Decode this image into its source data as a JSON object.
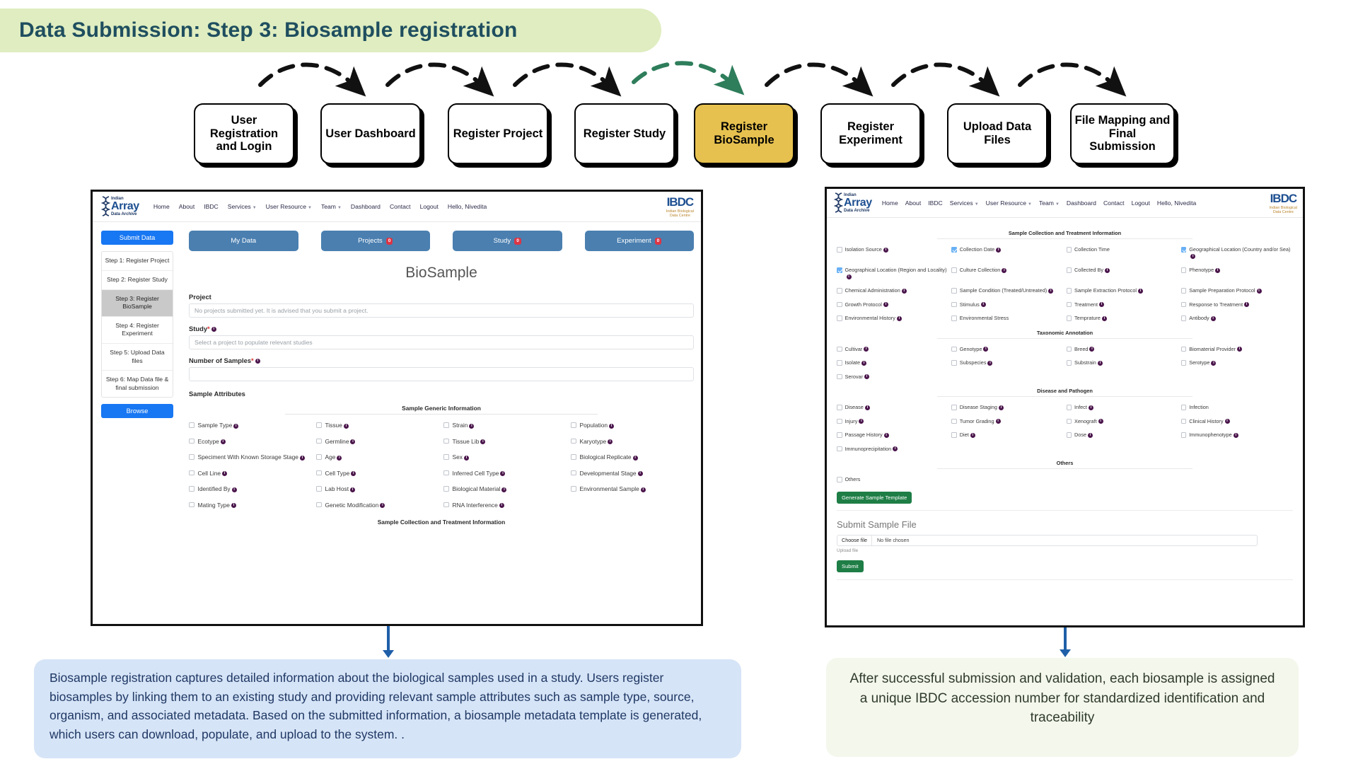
{
  "title": "Data Submission: Step 3: Biosample registration",
  "colors": {
    "banner_bg": "#dfedc0",
    "title_text": "#1f4e5f",
    "active_step": "#e6c14f",
    "arrow_black": "#111111",
    "arrow_green": "#2e7d5b",
    "callout_left_bg": "#d6e4f7",
    "callout_right_bg": "#f4f7ec",
    "connector": "#1f5fa8"
  },
  "flow": {
    "steps": [
      {
        "label": "User Registration and Login",
        "active": false
      },
      {
        "label": "User Dashboard",
        "active": false
      },
      {
        "label": "Register Project",
        "active": false
      },
      {
        "label": "Register Study",
        "active": false
      },
      {
        "label": "Register BioSample",
        "active": true
      },
      {
        "label": "Register Experiment",
        "active": false
      },
      {
        "label": "Upload Data Files",
        "active": false
      },
      {
        "label": "File Mapping and Final Submission",
        "active": false
      }
    ]
  },
  "site": {
    "brand": {
      "top": "Indian",
      "mid": "Array",
      "bottom": "Data Archive"
    },
    "nav": [
      {
        "label": "Home",
        "caret": false
      },
      {
        "label": "About",
        "caret": false
      },
      {
        "label": "IBDC",
        "caret": false
      },
      {
        "label": "Services",
        "caret": true
      },
      {
        "label": "User Resource",
        "caret": true
      },
      {
        "label": "Team",
        "caret": true
      },
      {
        "label": "Dashboard",
        "caret": false
      },
      {
        "label": "Contact",
        "caret": false
      },
      {
        "label": "Logout",
        "caret": false
      },
      {
        "label": "Hello, Nivedita",
        "caret": false
      }
    ],
    "ibdc_logo": {
      "mark": "IBDC",
      "sub_line1": "Indian Biological",
      "sub_line2": "Data Centre"
    }
  },
  "left_shot": {
    "submit_data_button": "Submit Data",
    "steps": [
      {
        "label": "Step 1: Register Project",
        "active": false
      },
      {
        "label": "Step 2: Register Study",
        "active": false
      },
      {
        "label": "Step 3: Register BioSample",
        "active": true
      },
      {
        "label": "Step 4: Register Experiment",
        "active": false
      },
      {
        "label": "Step 5: Upload Data files",
        "active": false
      },
      {
        "label": "Step 6: Map Data file & final submission",
        "active": false
      }
    ],
    "browse_button": "Browse",
    "tabs": [
      {
        "label": "My Data",
        "badge": null
      },
      {
        "label": "Projects",
        "badge": "0"
      },
      {
        "label": "Study",
        "badge": "0"
      },
      {
        "label": "Experiment",
        "badge": "0"
      }
    ],
    "page_title": "BioSample",
    "fields": [
      {
        "label": "Project",
        "required": false,
        "info": false,
        "value": "No projects submitted yet. It is advised that you submit a project."
      },
      {
        "label": "Study",
        "required": true,
        "info": true,
        "value": "Select a project to populate relevant studies"
      },
      {
        "label": "Number of Samples",
        "required": true,
        "info": true,
        "value": ""
      }
    ],
    "sample_attributes_label": "Sample Attributes",
    "section_title": "Sample Generic Information",
    "checkboxes": [
      {
        "label": "Sample Type",
        "info": true,
        "checked": false
      },
      {
        "label": "Tissue",
        "info": true,
        "checked": false
      },
      {
        "label": "Strain",
        "info": true,
        "checked": false
      },
      {
        "label": "Population",
        "info": true,
        "checked": false
      },
      {
        "label": "Ecotype",
        "info": true,
        "checked": false
      },
      {
        "label": "Germline",
        "info": true,
        "checked": false
      },
      {
        "label": "Tissue Lib",
        "info": true,
        "checked": false
      },
      {
        "label": "Karyotype",
        "info": true,
        "checked": false
      },
      {
        "label": "Speciment With Known Storage Stage",
        "info": true,
        "checked": false
      },
      {
        "label": "Age",
        "info": true,
        "checked": false
      },
      {
        "label": "Sex",
        "info": true,
        "checked": false
      },
      {
        "label": "Biological Replicate",
        "info": true,
        "checked": false
      },
      {
        "label": "Cell Line",
        "info": true,
        "checked": false
      },
      {
        "label": "Cell Type",
        "info": true,
        "checked": false
      },
      {
        "label": "Inferred Cell Type",
        "info": true,
        "checked": false
      },
      {
        "label": "Developmental Stage",
        "info": true,
        "checked": false
      },
      {
        "label": "Identified By",
        "info": true,
        "checked": false
      },
      {
        "label": "Lab Host",
        "info": true,
        "checked": false
      },
      {
        "label": "Biological Material",
        "info": true,
        "checked": false
      },
      {
        "label": "Environmental Sample",
        "info": true,
        "checked": false
      },
      {
        "label": "Mating Type",
        "info": true,
        "checked": false
      },
      {
        "label": "Genetic Modification",
        "info": true,
        "checked": false
      },
      {
        "label": "RNA Interference",
        "info": true,
        "checked": false
      }
    ],
    "bottom_section_title": "Sample Collection and Treatment Information"
  },
  "right_shot": {
    "sections": [
      {
        "title": "Sample Collection and Treatment Information",
        "checkboxes": [
          {
            "label": "Isolation Source",
            "info": true,
            "checked": false,
            "dim": false
          },
          {
            "label": "Collection Date",
            "info": true,
            "checked": true,
            "dim": true
          },
          {
            "label": "Collection Time",
            "info": false,
            "checked": false,
            "dim": false
          },
          {
            "label": "Geographical Location (Country and/or Sea)",
            "info": true,
            "checked": true,
            "dim": true
          },
          {
            "label": "Geographical Location (Region and Locality)",
            "info": true,
            "checked": true,
            "dim": true
          },
          {
            "label": "Culture Collection",
            "info": true,
            "checked": false,
            "dim": false
          },
          {
            "label": "Collected By",
            "info": true,
            "checked": false,
            "dim": false
          },
          {
            "label": "Phenotype",
            "info": true,
            "checked": false,
            "dim": false
          },
          {
            "label": "Chemical Administration",
            "info": true,
            "checked": false,
            "dim": false
          },
          {
            "label": "Sample Condition (Treated/Untreated)",
            "info": true,
            "checked": false,
            "dim": false
          },
          {
            "label": "Sample Extraction Protocol",
            "info": true,
            "checked": false,
            "dim": false
          },
          {
            "label": "Sample Preparation Protocol",
            "info": true,
            "checked": false,
            "dim": false
          },
          {
            "label": "Growth Protocol",
            "info": true,
            "checked": false,
            "dim": false
          },
          {
            "label": "Stimulus",
            "info": true,
            "checked": false,
            "dim": false
          },
          {
            "label": "Treatment",
            "info": true,
            "checked": false,
            "dim": false
          },
          {
            "label": "Response to Treatment",
            "info": true,
            "checked": false,
            "dim": false
          },
          {
            "label": "Environmental History",
            "info": true,
            "checked": false,
            "dim": false
          },
          {
            "label": "Environmental Stress",
            "info": false,
            "checked": false,
            "dim": false
          },
          {
            "label": "Temprature",
            "info": true,
            "checked": false,
            "dim": false
          },
          {
            "label": "Antibody",
            "info": true,
            "checked": false,
            "dim": false
          }
        ]
      },
      {
        "title": "Taxonomic Annotation",
        "checkboxes": [
          {
            "label": "Cultivar",
            "info": true,
            "checked": false,
            "dim": false
          },
          {
            "label": "Genotype",
            "info": true,
            "checked": false,
            "dim": false
          },
          {
            "label": "Breed",
            "info": true,
            "checked": false,
            "dim": false
          },
          {
            "label": "Biomaterial Provider",
            "info": true,
            "checked": false,
            "dim": false
          },
          {
            "label": "Isolate",
            "info": true,
            "checked": false,
            "dim": false
          },
          {
            "label": "Subspecies",
            "info": true,
            "checked": false,
            "dim": false
          },
          {
            "label": "Substrain",
            "info": true,
            "checked": false,
            "dim": false
          },
          {
            "label": "Serotype",
            "info": true,
            "checked": false,
            "dim": false
          },
          {
            "label": "Serovar",
            "info": true,
            "checked": false,
            "dim": false
          }
        ]
      },
      {
        "title": "Disease and Pathogen",
        "checkboxes": [
          {
            "label": "Disease",
            "info": true,
            "checked": false,
            "dim": false
          },
          {
            "label": "Disease Staging",
            "info": true,
            "checked": false,
            "dim": false
          },
          {
            "label": "Infect",
            "info": true,
            "checked": false,
            "dim": false
          },
          {
            "label": "Infection",
            "info": false,
            "checked": false,
            "dim": false
          },
          {
            "label": "Injury",
            "info": true,
            "checked": false,
            "dim": false
          },
          {
            "label": "Tumor Grading",
            "info": true,
            "checked": false,
            "dim": false
          },
          {
            "label": "Xenograft",
            "info": true,
            "checked": false,
            "dim": false
          },
          {
            "label": "Clinical History",
            "info": true,
            "checked": false,
            "dim": false
          },
          {
            "label": "Passage History",
            "info": true,
            "checked": false,
            "dim": false
          },
          {
            "label": "Diet",
            "info": true,
            "checked": false,
            "dim": false
          },
          {
            "label": "Dose",
            "info": true,
            "checked": false,
            "dim": false
          },
          {
            "label": "Immunophenotype",
            "info": true,
            "checked": false,
            "dim": false
          },
          {
            "label": "Immunoprecipitation",
            "info": true,
            "checked": false,
            "dim": false
          }
        ]
      },
      {
        "title": "Others",
        "checkboxes": [
          {
            "label": "Others",
            "info": false,
            "checked": false,
            "dim": false
          }
        ]
      }
    ],
    "generate_template_button": "Generate Sample Template",
    "submit_sample_file_header": "Submit Sample File",
    "choose_file_button": "Choose file",
    "no_file_chosen": "No file chosen",
    "upload_file_label": "Upload file",
    "submit_button": "Submit"
  },
  "callouts": {
    "left": "Biosample registration captures detailed information about the biological samples used in a study. Users register biosamples by linking them to an existing study and providing relevant sample attributes such as sample type, source, organism, and associated metadata. Based on the submitted information, a biosample metadata template is generated, which users can download, populate, and upload to the system. .",
    "right": "After successful submission and validation, each biosample is assigned a unique IBDC accession number for standardized identification and traceability"
  }
}
